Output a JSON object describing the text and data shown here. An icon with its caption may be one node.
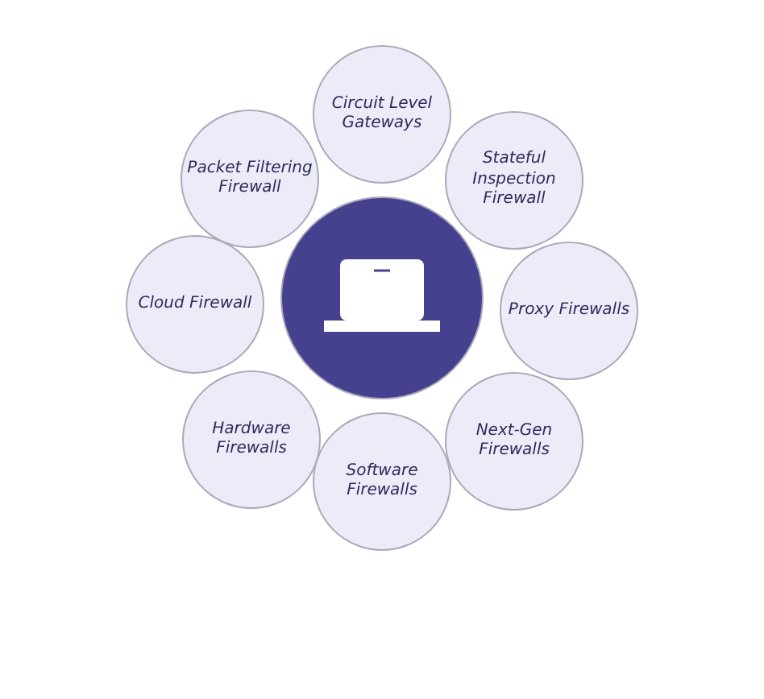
{
  "diagram": {
    "nodes": [
      {
        "text": [
          "Circuit Level Gateways"
        ]
      },
      {
        "text": [
          "Packet Filtering Firewall"
        ]
      },
      {
        "text": [
          "Stateful Inspection Firewall"
        ]
      },
      {
        "text": [
          "Cloud Firewall"
        ]
      },
      {
        "text": [],
        "shape": "circle"
      },
      {
        "text": [
          "Proxy Firewalls"
        ]
      },
      {
        "text": [
          "Hardware Firewalls"
        ]
      },
      {
        "text": [
          "Next-Gen Firewalls"
        ]
      },
      {
        "text": [
          "Software Firewalls"
        ]
      }
    ]
  }
}
